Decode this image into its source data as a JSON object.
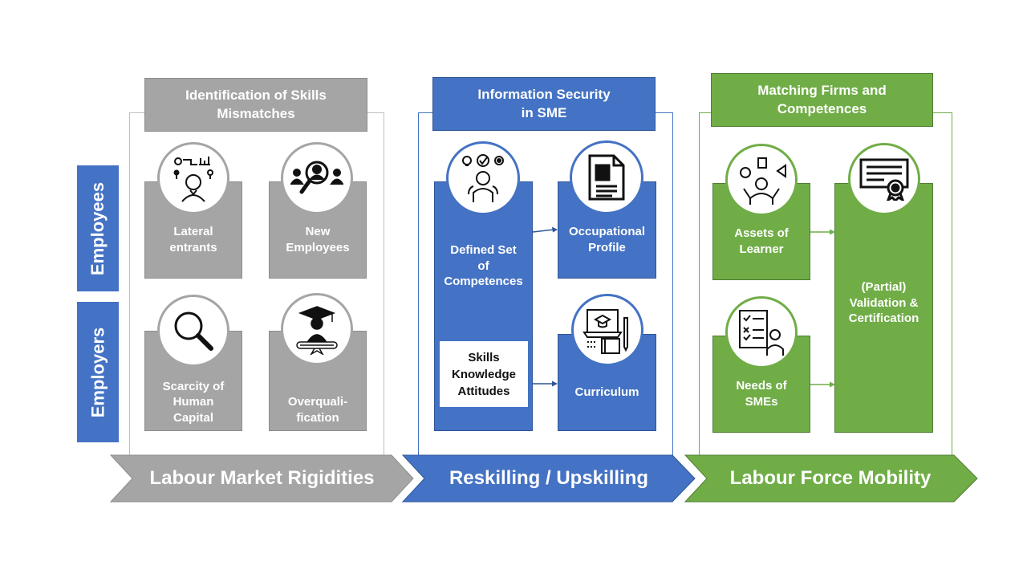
{
  "side_labels": {
    "employees": "Employees",
    "employers": "Employers"
  },
  "columns": {
    "labour_market": {
      "header": [
        "Identification of Skills",
        "Mismatches"
      ],
      "cards": {
        "lateral": [
          "Lateral",
          "entrants"
        ],
        "new": [
          "New",
          "Employees"
        ],
        "scarcity": [
          "Scarcity of",
          "Human",
          "Capital"
        ],
        "overqual": [
          "Overquali-",
          "fication"
        ]
      },
      "banner": "Labour Market Rigidities"
    },
    "reskilling": {
      "header": [
        "Information Security",
        "in SME"
      ],
      "cards": {
        "defined": [
          "Defined Set",
          "of",
          "Competences"
        ],
        "ska": [
          "Skills",
          "Knowledge",
          "Attitudes"
        ],
        "occupational": [
          "Occupational",
          "Profile"
        ],
        "curriculum": [
          "Curriculum"
        ]
      },
      "banner": "Reskilling / Upskilling"
    },
    "mobility": {
      "header": [
        "Matching Firms and",
        "Competences"
      ],
      "cards": {
        "assets": [
          "Assets of",
          "Learner"
        ],
        "needs": [
          "Needs of",
          "SMEs"
        ],
        "validation": [
          "(Partial)",
          "Validation &",
          "Certification"
        ]
      },
      "banner": "Labour Force Mobility"
    }
  },
  "icons": {
    "lateral": "thinking-person-icon",
    "new": "magnifier-people-icon",
    "scarcity": "magnifying-glass-icon",
    "overqual": "graduate-icon",
    "defined": "ideas-person-icon",
    "occupational": "profile-document-icon",
    "curriculum": "laptop-notebook-icon",
    "assets": "juggling-person-icon",
    "needs": "checklist-person-icon",
    "validation": "certificate-icon"
  },
  "colors": {
    "gray": "#a5a5a5",
    "blue": "#4472c4",
    "green": "#70ad47"
  }
}
